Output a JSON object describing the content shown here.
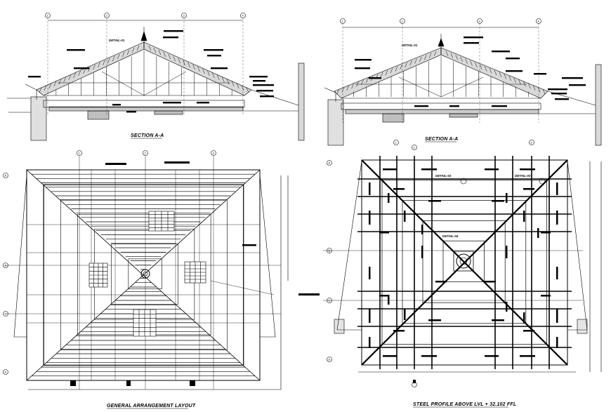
{
  "drawing": {
    "colors": {
      "line": "#000000",
      "background": "#ffffff",
      "hatch": "#555555"
    },
    "section_left": {
      "title": "SECTION A-A",
      "detail_label": "DETAIL-01",
      "grid_labels": [
        "1",
        "2",
        "3",
        "4"
      ]
    },
    "section_right": {
      "title": "SECTION A-A",
      "detail_label": "DETAIL-01",
      "grid_labels": [
        "1",
        "2",
        "3",
        "4"
      ]
    },
    "plan_left": {
      "title": "GENERAL ARRANGEMENT LAYOUT",
      "top_grid_labels": [
        "1",
        "2",
        "3"
      ],
      "side_grid_labels": [
        "A",
        "B",
        "C",
        "D"
      ]
    },
    "plan_right": {
      "title": "STEEL PROFILE ABOVE LVL + 32.102 FFL",
      "top_grid_labels": [
        "1",
        "2",
        "3"
      ],
      "side_grid_labels": [
        "A",
        "B",
        "C",
        "D"
      ],
      "detail_labels": [
        "DETAIL-02",
        "DETAIL-03",
        "DETAIL-04"
      ]
    }
  }
}
